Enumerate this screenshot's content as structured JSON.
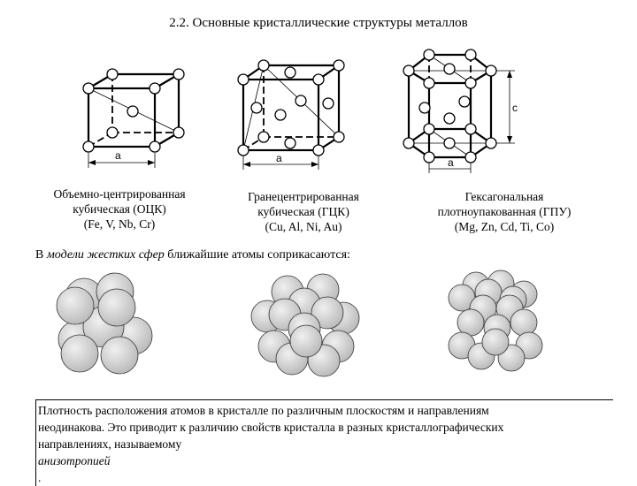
{
  "title": "2.2. Основные кристаллические структуры металлов",
  "lattices": [
    {
      "name": "bcc",
      "caption": [
        "Объемно-центрированная",
        "кубическая (ОЦК)",
        "(Fe, V, Nb, Cr)"
      ],
      "axis_label": "a"
    },
    {
      "name": "fcc",
      "caption": [
        "Гранецентрированная",
        "кубическая (ГЦК)",
        "(Cu, Al, Ni, Au)"
      ],
      "axis_label": "a"
    },
    {
      "name": "hcp",
      "caption": [
        "Гексагональная",
        "плотноупакованная (ГПУ)",
        "(Mg, Zn, Cd, Ti, Co)"
      ],
      "axis_label_a": "a",
      "axis_label_c": "c"
    }
  ],
  "spheres_note": {
    "before": "В ",
    "italic": "модели жестких сфер",
    "after": " ближайшие атомы соприкасаются:"
  },
  "paragraph": {
    "line1": "Плотность расположения атомов в кристалле по различным плоскостям и направлениям",
    "line2": "неодинакова. Это приводит к различию свойств кристалла в разных кристаллографических",
    "line3_before": "направлениях, называемому ",
    "line3_italic": "анизотропией",
    "line3_after": "."
  },
  "colors": {
    "sphere_fill": "#c8c8c8",
    "sphere_highlight": "#eeeeee",
    "line": "#000000"
  }
}
